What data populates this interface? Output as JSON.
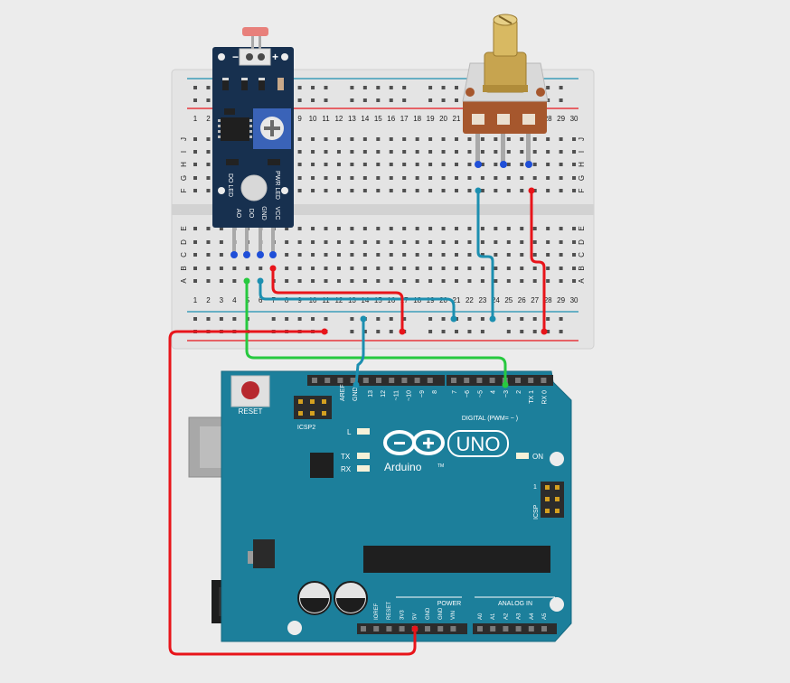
{
  "breadboard": {
    "col_numbers": [
      "1",
      "2",
      "3",
      "4",
      "5",
      "6",
      "7",
      "8",
      "9",
      "10",
      "11",
      "12",
      "13",
      "14",
      "15",
      "16",
      "17",
      "18",
      "19",
      "20",
      "21",
      "22",
      "23",
      "24",
      "25",
      "26",
      "27",
      "28",
      "29",
      "30"
    ],
    "row_letters_top": [
      "J",
      "I",
      "H",
      "G",
      "F"
    ],
    "row_letters_bottom": [
      "E",
      "D",
      "C",
      "B",
      "A"
    ]
  },
  "sensor": {
    "terminal_minus": "−",
    "terminal_plus": "+",
    "do_led": "DO LED",
    "pwr_led": "PWR LED",
    "pins": [
      "AO",
      "DO",
      "GND",
      "VCC"
    ]
  },
  "arduino": {
    "reset": "RESET",
    "icsp2": "ICSP2",
    "icsp": "ICSP",
    "icsp_pin1": "1",
    "aref": "AREF",
    "gnd": "GND",
    "digital_pins": [
      "13",
      "12",
      "~11",
      "~10",
      "~9",
      "8",
      "7",
      "~6",
      "~5",
      "4",
      "~3",
      "2",
      "TX 1",
      "RX 0"
    ],
    "digital_label": "DIGITAL (PWM= ~ )",
    "led_l": "L",
    "led_tx": "TX",
    "led_rx": "RX",
    "led_on": "ON",
    "brand": "Arduino",
    "model": "UNO",
    "tm": "TM",
    "power_label": "POWER",
    "power_pins": [
      "IOREF",
      "RESET",
      "3V3",
      "5V",
      "GND",
      "GND",
      "VIN"
    ],
    "analog_label": "ANALOG IN",
    "analog_pins": [
      "A0",
      "A1",
      "A2",
      "A3",
      "A4",
      "A5"
    ]
  },
  "colors": {
    "wire_red": "#e8141a",
    "wire_blue": "#1c8fb0",
    "wire_green": "#27c93f",
    "board": "#1c7f9b",
    "sensor_board": "#17304f"
  }
}
